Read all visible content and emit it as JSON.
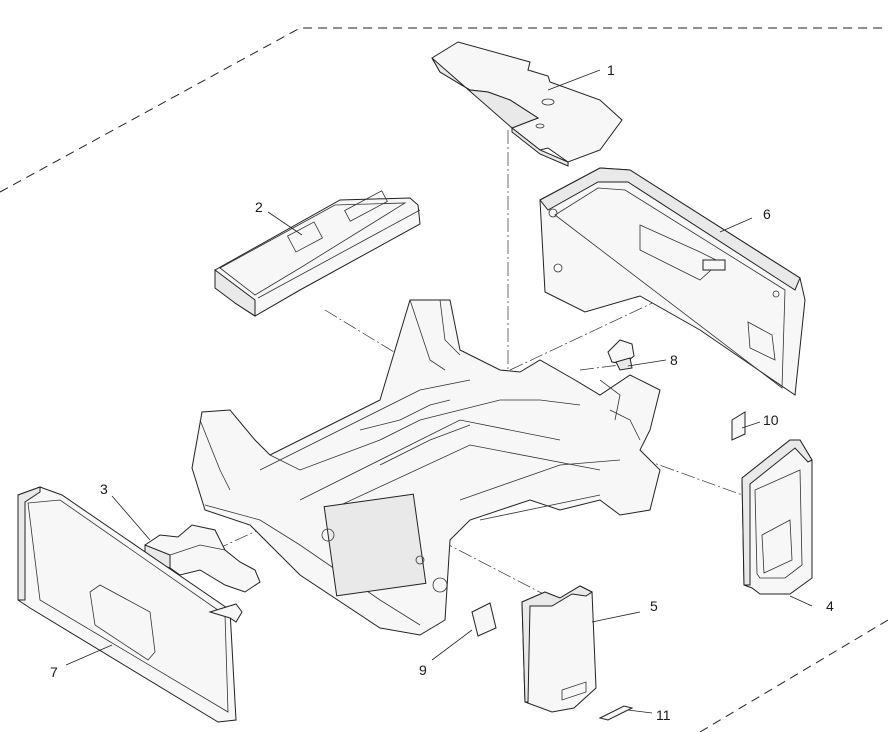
{
  "callouts": [
    {
      "id": "1",
      "label": "1"
    },
    {
      "id": "2",
      "label": "2"
    },
    {
      "id": "3",
      "label": "3"
    },
    {
      "id": "4",
      "label": "4"
    },
    {
      "id": "5",
      "label": "5"
    },
    {
      "id": "6",
      "label": "6"
    },
    {
      "id": "7",
      "label": "7"
    },
    {
      "id": "8",
      "label": "8"
    },
    {
      "id": "9",
      "label": "9"
    },
    {
      "id": "10",
      "label": "10"
    },
    {
      "id": "11",
      "label": "11"
    }
  ],
  "style": {
    "line_color": "#222222",
    "part_fill": "#f7f7f7",
    "background": "#ffffff"
  }
}
